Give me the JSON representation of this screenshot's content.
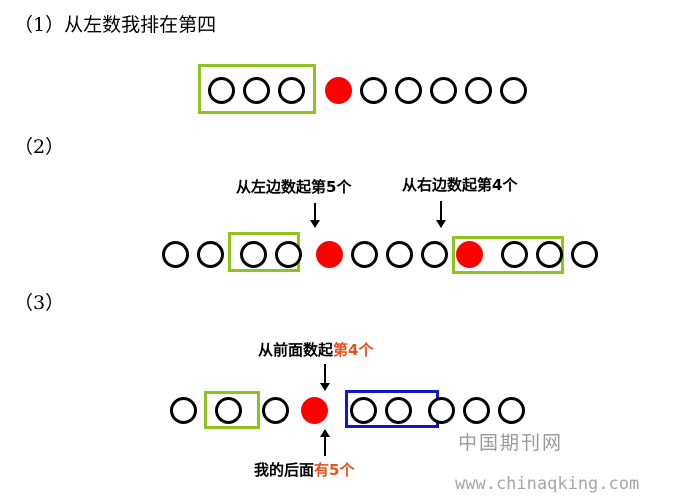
{
  "section1": {
    "heading": "（1）从左数我排在第四",
    "circles": [
      "o",
      "o",
      "o",
      "r",
      "o",
      "o",
      "o",
      "o",
      "o"
    ]
  },
  "section2": {
    "heading": "（2）",
    "label_left": "从左边数起第5个",
    "label_right": "从右边数起第4个",
    "circles": [
      "o",
      "o",
      "o",
      "o",
      "r",
      "o",
      "o",
      "o",
      "r",
      "o",
      "o",
      "o"
    ]
  },
  "section3": {
    "heading": "（3）",
    "label_top_main": "从前面数起",
    "label_top_highlight": "第4个",
    "label_bottom_main": "我的后面",
    "label_bottom_highlight": "有5个",
    "circles": [
      "o",
      "o",
      "o",
      "r",
      "o",
      "o",
      "o",
      "o",
      "o"
    ]
  },
  "watermark": {
    "site_name": "中国期刊网",
    "url": "www.chinaqking.com"
  },
  "colors": {
    "red": "#ff0000",
    "green_box": "#8fc31f",
    "blue_box": "#1616c8",
    "highlight": "#e8501a"
  }
}
